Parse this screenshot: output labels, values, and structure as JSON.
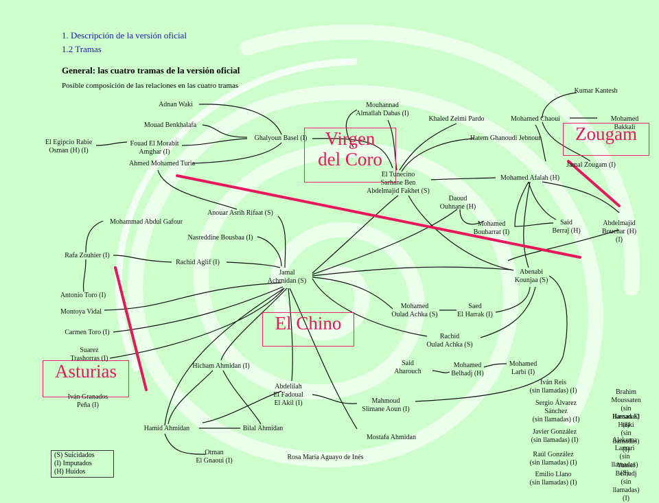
{
  "header": {
    "section": "1. Descripción de la versión oficial",
    "subsection": "1.2 Tramas",
    "title": "General: las cuatro tramas de la versión oficial",
    "subtitle": "Posible composición de las relaciones en las cuatro tramas"
  },
  "groups": {
    "virgen": "Virgen\ndel Coro",
    "zougam": "Zougam",
    "chino": "El Chino",
    "asturias": "Asturias"
  },
  "nodes": {
    "adnan": "Adnan Waki",
    "mouad": "Mouad Benkhalafa",
    "egipcio": "El Egipcio Rabie\nOsman (H) (I)",
    "fouad": "Fouad El Morabit\nAmghar (I)",
    "ahmed_turia": "Ahmed Mohamed Turia",
    "ghalyoun": "Ghalyoun Basel (I)",
    "mouhannad": "Mouhannad\nAlmallah Dabas (I)",
    "khaled": "Khaled Zeimi Pardo",
    "hatem": "Hatem Ghanoudi Jebnoun",
    "tunecino": "El Tunecino\nSarhane Ben\nAbdelmajid Fakhet (S)",
    "kumar": "Kumar Kantesh",
    "chaoui": "Mohamed Chaoui",
    "bakkali": "Mohamed Bakkali",
    "jamal_zougam": "Jamal Zougam (I)",
    "afalah": "Mohamed Afalah (H)",
    "daoud": "Daoud\nOuhnane (H)",
    "bouharrat": "Mohamed\nBouharrat (I)",
    "berraj": "Said\nBerraj (H)",
    "bouchar": "Abdelmajid\nBouchar (H) (I)",
    "abdul_gafour": "Mohammad Abdul Gafour",
    "anouar": "Anouar Asrih Rifaat (S)",
    "nasreddine": "Nasreddine Bousbaa (I)",
    "rafa": "Rafa Zouhier (I)",
    "aglif": "Rachid Aglif (I)",
    "jamal_ahmidan": "Jamal\nAchmidan (S)",
    "kounjaa": "Abenabi\nKounjaa (S)",
    "antonio": "Antonio Toro (I)",
    "montoya": "Montoya Vidal",
    "carmen": "Carmen Toro (I)",
    "suarez": "Suarez\nTrashorras (I)",
    "ivan_granados": "Iván Granados\nPeña (I)",
    "oulad_achka_m": "Mohamed\nOulad Achka (S)",
    "saed": "Saed\nEl Harrak (I)",
    "oulad_achka_r": "Rachid\nOulad Achka (S)",
    "said_aharouch": "Said\nAharouch",
    "belhadj": "Mohamed\nBelhadj (H)",
    "larbi": "Mohamed\nLarbi (I)",
    "hicham": "Hicham Ahmidan (I)",
    "abdelilah": "Abdelilah\nEl Fadoual\nEl Akil (I)",
    "mahmoud": "Mahmoud\nSlimane Aoun (I)",
    "hamid": "Hamid Ahmidan",
    "bilal": "Bilal Ahmidan",
    "mostafa": "Mostafa Ahmidan",
    "otman": "Otman\nEl Gnaoui (I)",
    "rosa": "Rosa María Aguayo de Inés",
    "ivan_reis": "Iván Reis\n(sin llamadas) (I)",
    "sergio": "Sergio Álvarez\nSánchez\n(sin llamadas) (I)",
    "javier": "Javier González\n(sin llamadas) (I)",
    "raul": "Raúl González\n(sin llamadas) (I)",
    "emilio": "Emilio Llano\n(sin llamadas) (I)",
    "brahim": "Brahim Moussaten\n(sin llamadas) (I)",
    "hassan": "Hassan El Haski\n(sin llamadas) (I)",
    "alekema": "Alekema Lamari\n(sin llamadas) (S)",
    "yussef": "Yussef Belhadj\n(sin llamadas) (I)"
  },
  "legend": "(S)  Suicidados\n(I)   Imputados\n(H) Huidos",
  "colors": {
    "background": "#ccffcc",
    "spiral": "#e8ffe8",
    "accent": "#e8175d",
    "header_text": "#1a1aa6",
    "link": "#111111"
  }
}
